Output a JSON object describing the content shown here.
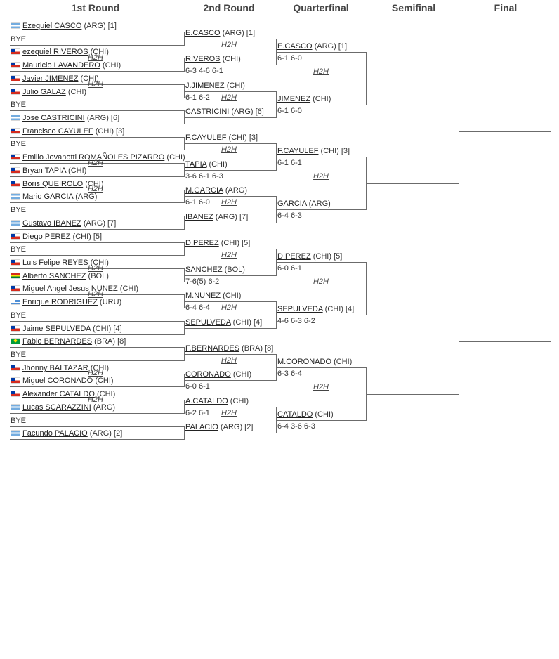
{
  "rounds": [
    "1st Round",
    "2nd Round",
    "Quarterfinal",
    "Semifinal",
    "Final"
  ],
  "h2h_label": "H2H",
  "first_round": [
    {
      "name": "Ezequiel CASCO",
      "extra": "(ARG) [1]",
      "flag": "flag-arg"
    },
    {
      "name": "BYE",
      "extra": "",
      "flag": "",
      "bye": true
    },
    {
      "name": "ezequiel RIVEROS",
      "extra": "(CHI)",
      "flag": "flag-chi"
    },
    {
      "name": "Mauricio LAVANDERO",
      "extra": "(CHI)",
      "flag": "flag-chi"
    },
    {
      "name": "Javier JIMENEZ",
      "extra": "(CHI)",
      "flag": "flag-chi"
    },
    {
      "name": "Julio GALAZ",
      "extra": "(CHI)",
      "flag": "flag-chi"
    },
    {
      "name": "BYE",
      "extra": "",
      "flag": "",
      "bye": true
    },
    {
      "name": "Jose CASTRICINI",
      "extra": "(ARG) [6]",
      "flag": "flag-arg"
    },
    {
      "name": "Francisco CAYULEF",
      "extra": "(CHI) [3]",
      "flag": "flag-chi"
    },
    {
      "name": "BYE",
      "extra": "",
      "flag": "",
      "bye": true
    },
    {
      "name": "Emilio Jovanotti ROMAÑOLES PIZARRO",
      "extra": "(CHI)",
      "flag": "flag-chi"
    },
    {
      "name": "Bryan TAPIA",
      "extra": "(CHI)",
      "flag": "flag-chi"
    },
    {
      "name": "Boris QUEIROLO",
      "extra": "(CHI)",
      "flag": "flag-chi"
    },
    {
      "name": "Mario GARCIA",
      "extra": "(ARG)",
      "flag": "flag-arg"
    },
    {
      "name": "BYE",
      "extra": "",
      "flag": "",
      "bye": true
    },
    {
      "name": "Gustavo IBANEZ",
      "extra": "(ARG) [7]",
      "flag": "flag-arg"
    },
    {
      "name": "Diego PEREZ",
      "extra": "(CHI) [5]",
      "flag": "flag-chi"
    },
    {
      "name": "BYE",
      "extra": "",
      "flag": "",
      "bye": true
    },
    {
      "name": "Luis Felipe REYES",
      "extra": "(CHI)",
      "flag": "flag-chi"
    },
    {
      "name": "Alberto SANCHEZ",
      "extra": "(BOL)",
      "flag": "flag-bol"
    },
    {
      "name": "Miguel Angel Jesus NUNEZ",
      "extra": "(CHI)",
      "flag": "flag-chi"
    },
    {
      "name": "Enrique RODRIGUEZ",
      "extra": "(URU)",
      "flag": "flag-uru"
    },
    {
      "name": "BYE",
      "extra": "",
      "flag": "",
      "bye": true
    },
    {
      "name": "Jaime SEPULVEDA",
      "extra": "(CHI) [4]",
      "flag": "flag-chi"
    },
    {
      "name": "Fabio BERNARDES",
      "extra": "(BRA) [8]",
      "flag": "flag-bra"
    },
    {
      "name": "BYE",
      "extra": "",
      "flag": "",
      "bye": true
    },
    {
      "name": "Jhonny BALTAZAR",
      "extra": "(CHI)",
      "flag": "flag-chi"
    },
    {
      "name": "Miguel CORONADO",
      "extra": "(CHI)",
      "flag": "flag-chi"
    },
    {
      "name": "Alexander CATALDO",
      "extra": "(CHI)",
      "flag": "flag-chi"
    },
    {
      "name": "Lucas SCARAZZINI",
      "extra": "(ARG)",
      "flag": "flag-arg"
    },
    {
      "name": "BYE",
      "extra": "",
      "flag": "",
      "bye": true
    },
    {
      "name": "Facundo PALACIO",
      "extra": "(ARG) [2]",
      "flag": "flag-arg"
    }
  ],
  "first_round_h2h": [
    false,
    true,
    true,
    false,
    false,
    true,
    true,
    false,
    false,
    true,
    true,
    false,
    false,
    true,
    true,
    false
  ],
  "second_round": [
    {
      "name": "E.CASCO",
      "extra": "(ARG) [1]",
      "score": ""
    },
    {
      "name": "RIVEROS",
      "extra": "(CHI)",
      "score": "6-3 4-6 6-1"
    },
    {
      "name": "J.JIMENEZ",
      "extra": "(CHI)",
      "score": "6-1 6-2"
    },
    {
      "name": "CASTRICINI",
      "extra": "(ARG) [6]",
      "score": ""
    },
    {
      "name": "F.CAYULEF",
      "extra": "(CHI) [3]",
      "score": ""
    },
    {
      "name": "TAPIA",
      "extra": "(CHI)",
      "score": "3-6 6-1 6-3"
    },
    {
      "name": "M.GARCIA",
      "extra": "(ARG)",
      "score": "6-1 6-0"
    },
    {
      "name": "IBANEZ",
      "extra": "(ARG) [7]",
      "score": ""
    },
    {
      "name": "D.PEREZ",
      "extra": "(CHI) [5]",
      "score": ""
    },
    {
      "name": "SANCHEZ",
      "extra": "(BOL)",
      "score": "7-6(5) 6-2"
    },
    {
      "name": "M.NUNEZ",
      "extra": "(CHI)",
      "score": "6-4 6-4"
    },
    {
      "name": "SEPULVEDA",
      "extra": "(CHI) [4]",
      "score": ""
    },
    {
      "name": "F.BERNARDES",
      "extra": "(BRA) [8]",
      "score": ""
    },
    {
      "name": "CORONADO",
      "extra": "(CHI)",
      "score": "6-0 6-1"
    },
    {
      "name": "A.CATALDO",
      "extra": "(CHI)",
      "score": "6-2 6-1"
    },
    {
      "name": "PALACIO",
      "extra": "(ARG) [2]",
      "score": ""
    }
  ],
  "quarterfinal": [
    {
      "name": "E.CASCO",
      "extra": "(ARG) [1]",
      "score": "6-1 6-0"
    },
    {
      "name": "JIMENEZ",
      "extra": "(CHI)",
      "score": "6-1 6-0"
    },
    {
      "name": "F.CAYULEF",
      "extra": "(CHI) [3]",
      "score": "6-1 6-1"
    },
    {
      "name": "GARCIA",
      "extra": "(ARG)",
      "score": "6-4 6-3"
    },
    {
      "name": "D.PEREZ",
      "extra": "(CHI) [5]",
      "score": "6-0 6-1"
    },
    {
      "name": "SEPULVEDA",
      "extra": "(CHI) [4]",
      "score": "4-6 6-3 6-2"
    },
    {
      "name": "M.CORONADO",
      "extra": "(CHI)",
      "score": "6-3 6-4"
    },
    {
      "name": "CATALDO",
      "extra": "(CHI)",
      "score": "6-4 3-6 6-3"
    }
  ]
}
